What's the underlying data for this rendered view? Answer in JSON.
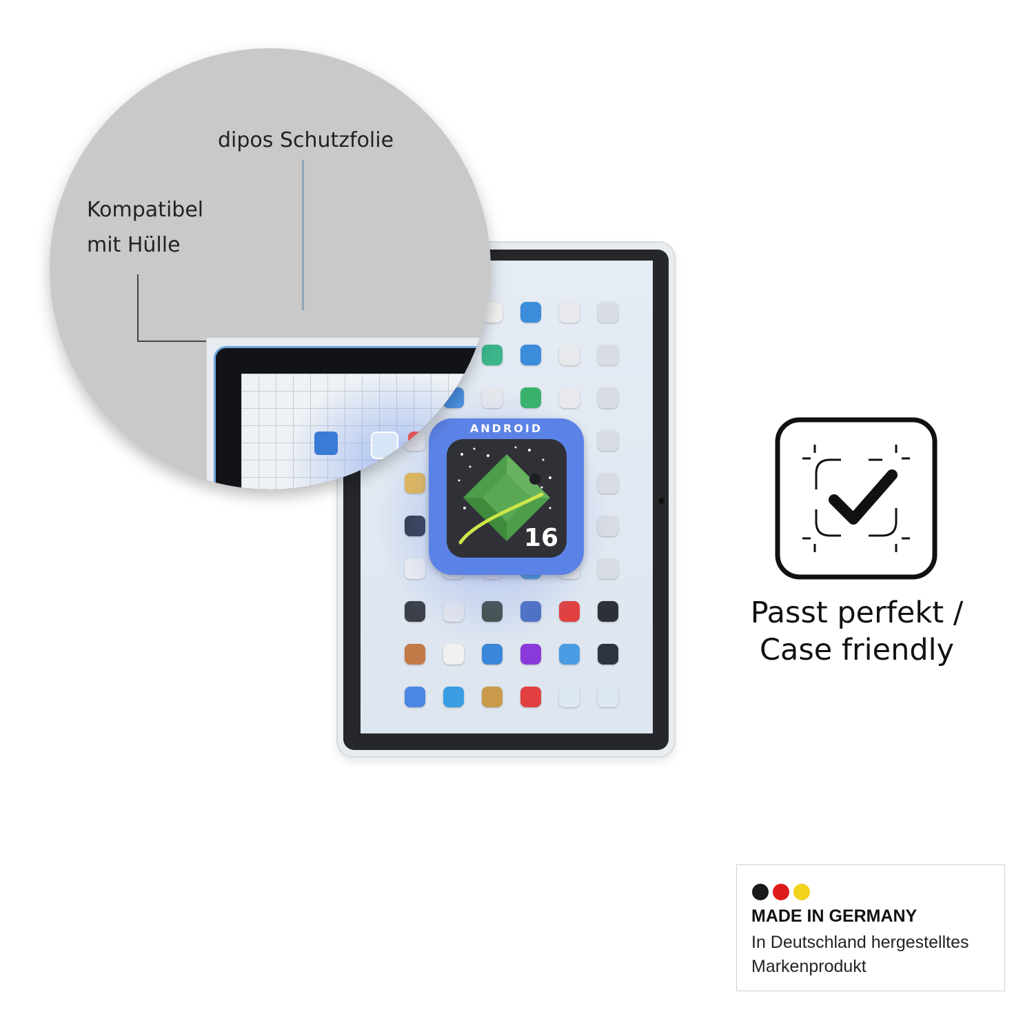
{
  "callout": {
    "film_label": "dipos Schutzfolie",
    "case_label_line1": "Kompatibel",
    "case_label_line2": "mit Hülle"
  },
  "android_badge": {
    "label": "ANDROID",
    "version": "16"
  },
  "feature": {
    "line1": "Passt perfekt /",
    "line2": "Case friendly",
    "icon": "case-check-icon"
  },
  "made_in_germany": {
    "title": "MADE IN GERMANY",
    "subtitle_line1": "In Deutschland hergestelltes",
    "subtitle_line2": "Markenprodukt",
    "flag_colors": [
      "#1a1a1a",
      "#dd1b1b",
      "#f2d21b"
    ]
  },
  "colors": {
    "callout_line": "#8fa6b6",
    "android_blue": "#5b82e6",
    "zoom_bezel_accent": "#6fa6de"
  }
}
